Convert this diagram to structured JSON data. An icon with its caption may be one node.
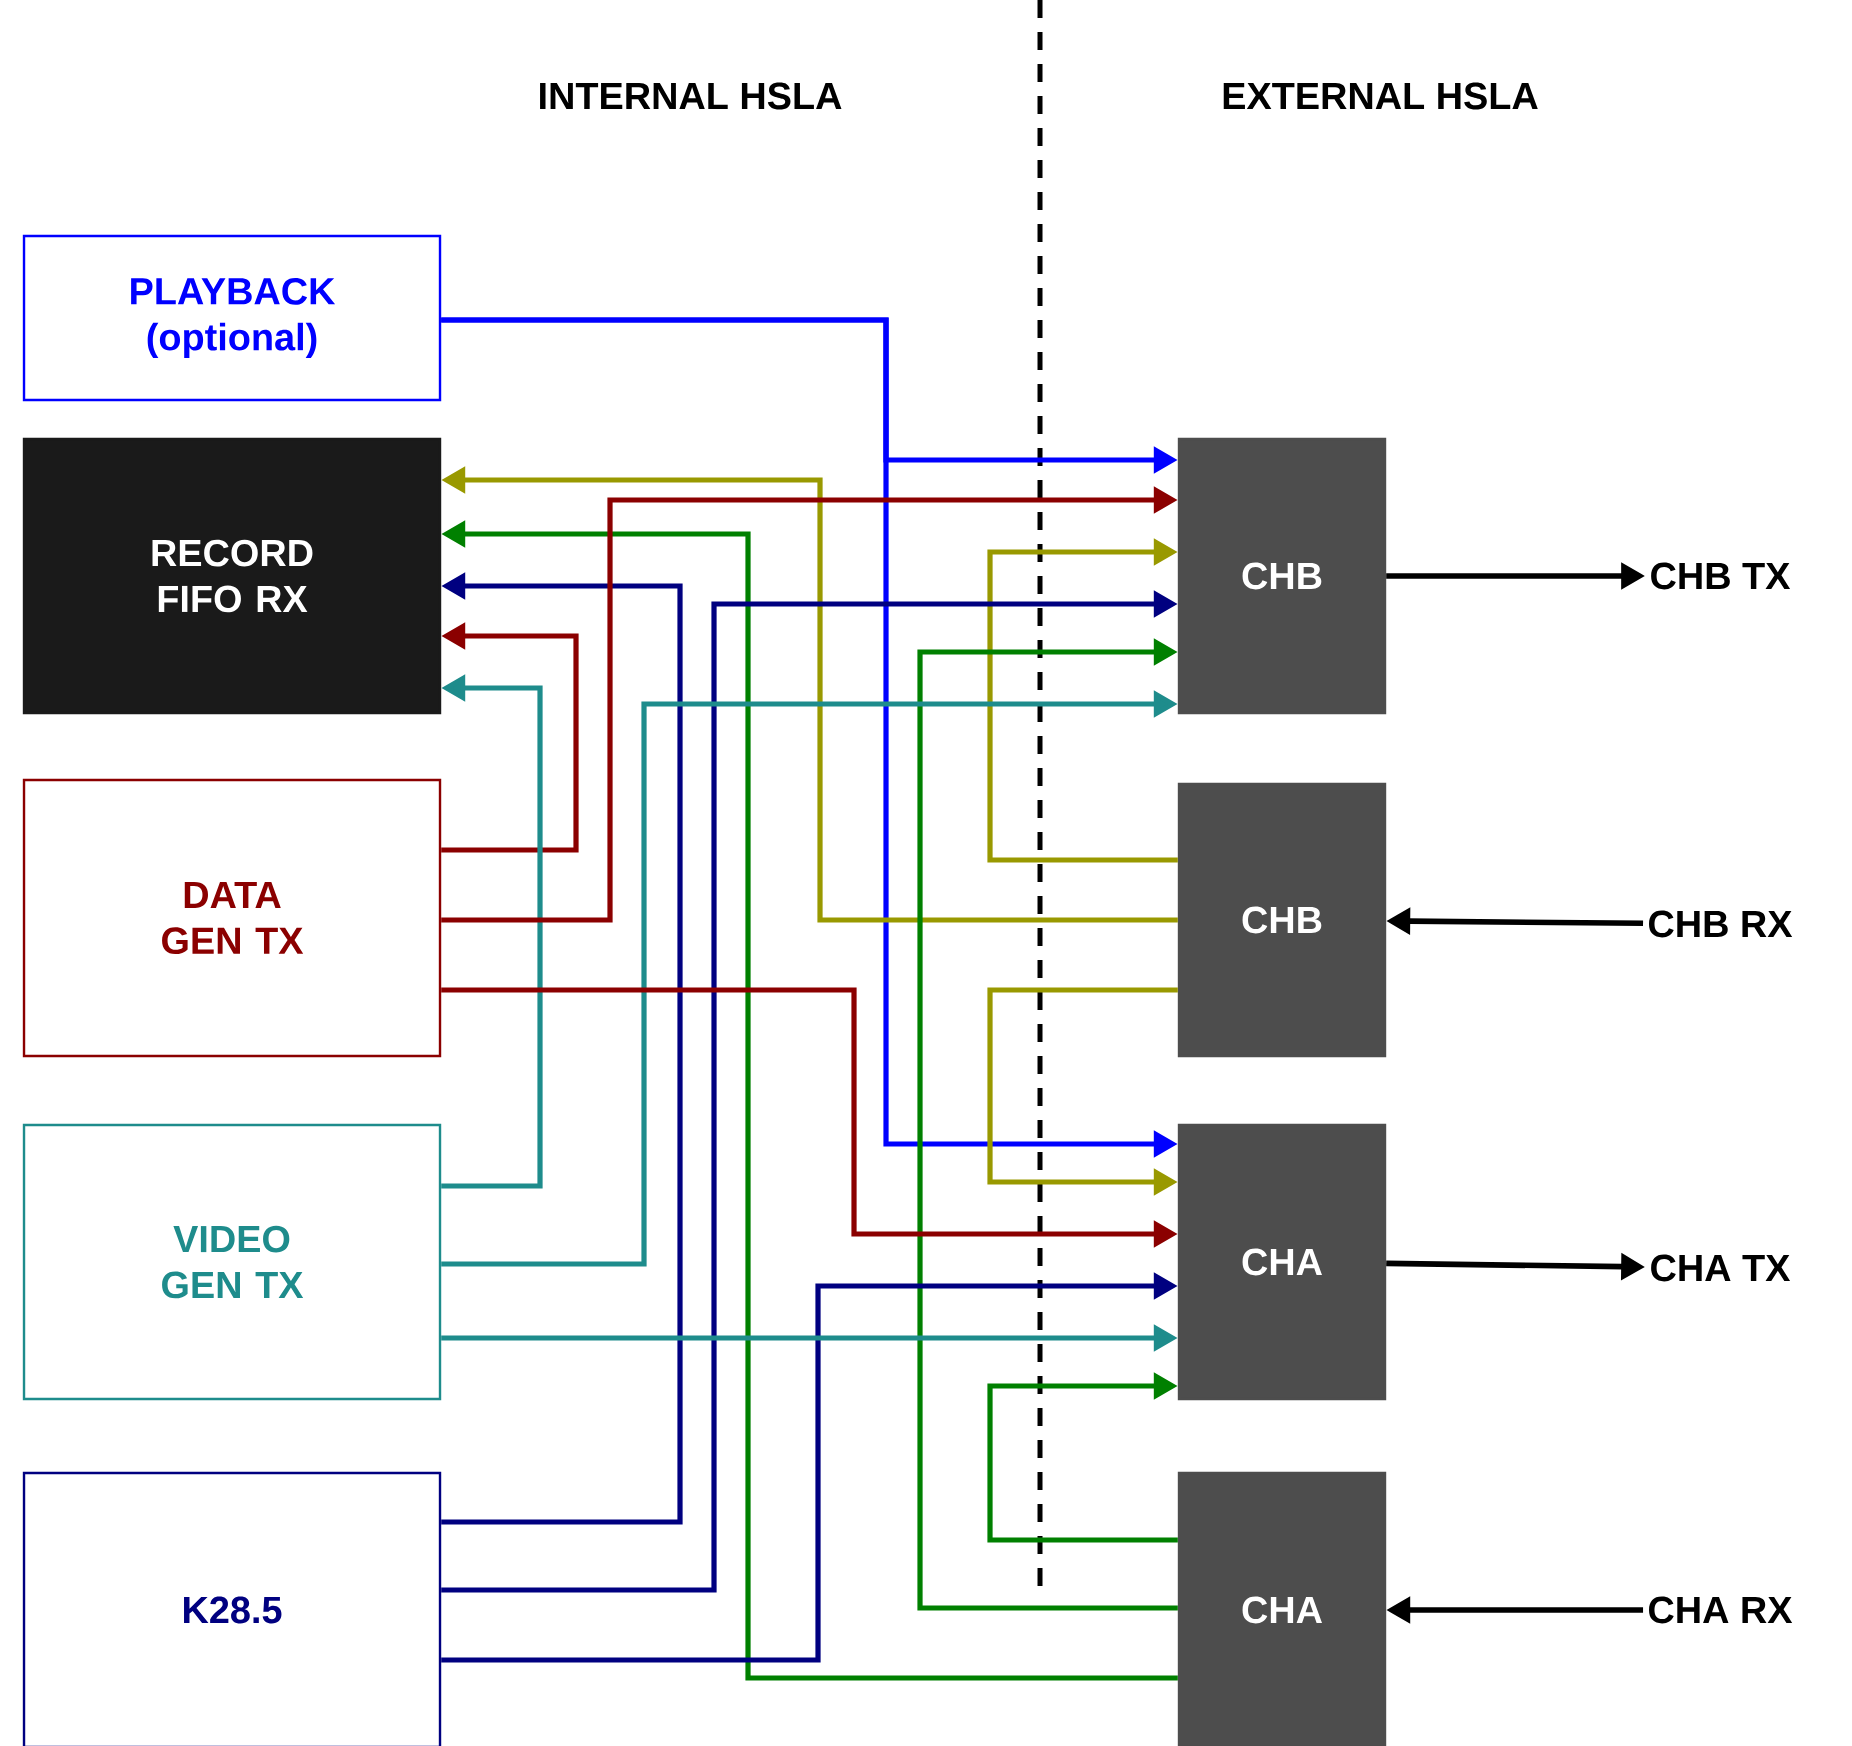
{
  "diagram": {
    "nodes": [
      {
        "text": [
          "PLAYBACK (optional)"
        ]
      },
      {
        "text": [
          "RECORD FIFO RX"
        ]
      },
      {
        "text": [
          "DATA GEN TX"
        ]
      },
      {
        "text": [
          "VIDEO GEN TX"
        ]
      },
      {
        "text": [
          "K28.5"
        ]
      },
      {
        "text": [
          "CHB"
        ]
      },
      {
        "text": [
          "CHB"
        ]
      },
      {
        "text": [
          "CHA"
        ]
      },
      {
        "text": [
          "CHA"
        ]
      },
      {
        "text": [
          "CHB TX"
        ]
      },
      {
        "text": [
          "CHB RX"
        ]
      },
      {
        "text": [
          "CHA TX"
        ]
      },
      {
        "text": [
          "CHA RX"
        ]
      }
    ],
    "edges": [
      {
        "from": 0,
        "to": 5,
        "arrow": "to",
        "color": "#0000ff"
      },
      {
        "from": 0,
        "to": 7,
        "arrow": "to",
        "color": "#0000ff"
      },
      {
        "from": 6,
        "to": 1,
        "arrow": "to",
        "color": "#999900"
      },
      {
        "from": 8,
        "to": 1,
        "arrow": "to",
        "color": "#008000"
      },
      {
        "from": 4,
        "to": 1,
        "arrow": "to",
        "color": "#000080"
      },
      {
        "from": 2,
        "to": 1,
        "arrow": "to",
        "color": "#8b0000"
      },
      {
        "from": 3,
        "to": 1,
        "arrow": "to",
        "color": "#1e8c8c"
      },
      {
        "from": 2,
        "to": 5,
        "arrow": "to",
        "color": "#8b0000"
      },
      {
        "from": 6,
        "to": 5,
        "arrow": "to",
        "color": "#999900"
      },
      {
        "from": 4,
        "to": 5,
        "arrow": "to",
        "color": "#000080"
      },
      {
        "from": 8,
        "to": 5,
        "arrow": "to",
        "color": "#008000"
      },
      {
        "from": 3,
        "to": 5,
        "arrow": "to",
        "color": "#1e8c8c"
      },
      {
        "from": 6,
        "to": 7,
        "arrow": "to",
        "color": "#999900"
      },
      {
        "from": 2,
        "to": 7,
        "arrow": "to",
        "color": "#8b0000"
      },
      {
        "from": 4,
        "to": 7,
        "arrow": "to",
        "color": "#000080"
      },
      {
        "from": 3,
        "to": 7,
        "arrow": "to",
        "color": "#1e8c8c"
      },
      {
        "from": 8,
        "to": 7,
        "arrow": "to",
        "color": "#008000"
      },
      {
        "from": 5,
        "to": 9,
        "arrow": "to",
        "color": "#000000"
      },
      {
        "from": 10,
        "to": 6,
        "arrow": "to",
        "color": "#000000"
      },
      {
        "from": 7,
        "to": 11,
        "arrow": "to",
        "color": "#000000"
      },
      {
        "from": 12,
        "to": 8,
        "arrow": "to",
        "color": "#000000"
      }
    ],
    "labels": [
      "INTERNAL HSLA",
      "EXTERNAL HSLA"
    ]
  }
}
